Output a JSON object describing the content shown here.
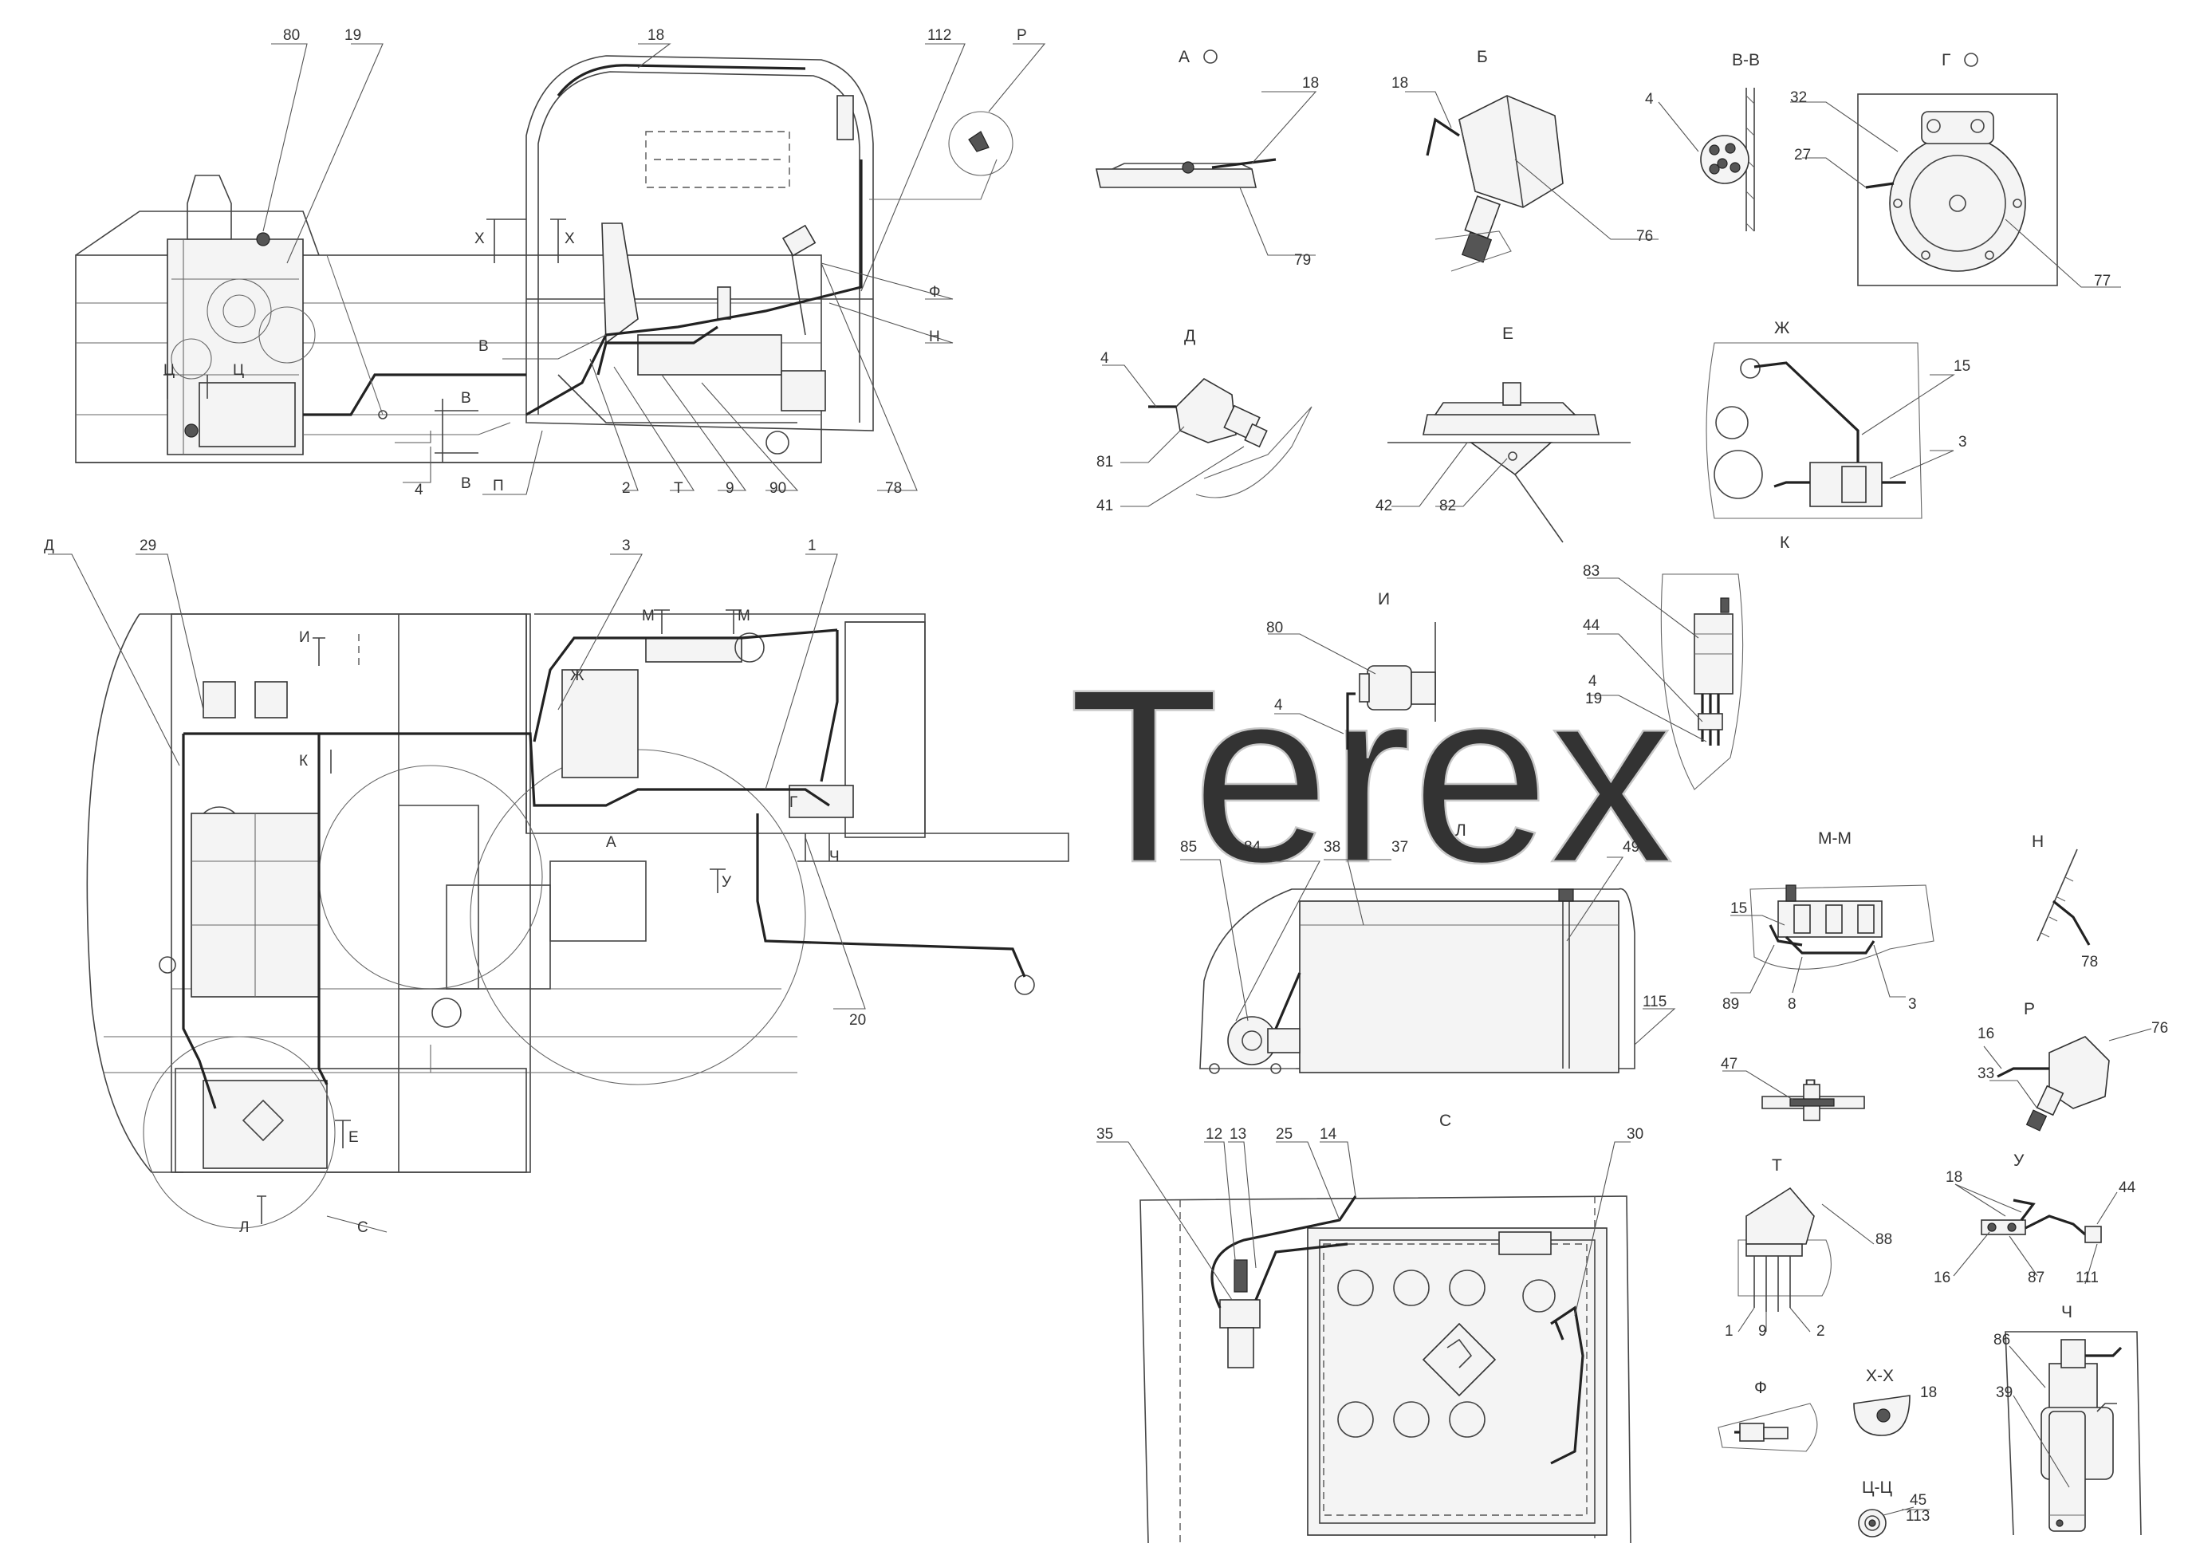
{
  "watermark": "Terex",
  "main_view": {
    "labels": [
      {
        "id": "80",
        "text": "80"
      },
      {
        "id": "19",
        "text": "19"
      },
      {
        "id": "18",
        "text": "18"
      },
      {
        "id": "112",
        "text": "112"
      },
      {
        "id": "Р",
        "text": "Р"
      },
      {
        "id": "Х1",
        "text": "Х"
      },
      {
        "id": "Х2",
        "text": "Х"
      },
      {
        "id": "Ф",
        "text": "Ф"
      },
      {
        "id": "Н",
        "text": "Н"
      },
      {
        "id": "В1",
        "text": "В"
      },
      {
        "id": "В2",
        "text": "В"
      },
      {
        "id": "В3",
        "text": "В"
      },
      {
        "id": "Ц1",
        "text": "Ц"
      },
      {
        "id": "Ц2",
        "text": "Ц"
      },
      {
        "id": "4",
        "text": "4"
      },
      {
        "id": "П",
        "text": "П"
      },
      {
        "id": "2",
        "text": "2"
      },
      {
        "id": "Т",
        "text": "Т"
      },
      {
        "id": "9",
        "text": "9"
      },
      {
        "id": "90",
        "text": "90"
      },
      {
        "id": "78",
        "text": "78"
      }
    ]
  },
  "plan_view": {
    "labels": [
      {
        "id": "Д",
        "text": "Д"
      },
      {
        "id": "29",
        "text": "29"
      },
      {
        "id": "3",
        "text": "3"
      },
      {
        "id": "1",
        "text": "1"
      },
      {
        "id": "И",
        "text": "И"
      },
      {
        "id": "М1",
        "text": "М"
      },
      {
        "id": "М2",
        "text": "М"
      },
      {
        "id": "Ж",
        "text": "Ж"
      },
      {
        "id": "К",
        "text": "К"
      },
      {
        "id": "Г",
        "text": "Г"
      },
      {
        "id": "А",
        "text": "А"
      },
      {
        "id": "У",
        "text": "У"
      },
      {
        "id": "Ч",
        "text": "Ч"
      },
      {
        "id": "20",
        "text": "20"
      },
      {
        "id": "Е",
        "text": "Е"
      },
      {
        "id": "Л",
        "text": "Л"
      },
      {
        "id": "С",
        "text": "С"
      }
    ]
  },
  "details": {
    "A": {
      "title": "А",
      "parts": [
        "18",
        "79"
      ]
    },
    "B": {
      "title": "Б",
      "parts": [
        "18",
        "76"
      ]
    },
    "VV": {
      "title": "В-В",
      "parts": [
        "4"
      ]
    },
    "G": {
      "title": "Г",
      "parts": [
        "32",
        "27",
        "77"
      ]
    },
    "D": {
      "title": "Д",
      "parts": [
        "4",
        "81",
        "41"
      ]
    },
    "E": {
      "title": "Е",
      "parts": [
        "42",
        "82"
      ]
    },
    "Zh": {
      "title": "Ж",
      "parts": [
        "15",
        "3"
      ]
    },
    "K": {
      "title": "К",
      "parts": [
        "83",
        "44",
        "4",
        "19"
      ]
    },
    "I": {
      "title": "И",
      "parts": [
        "80",
        "4"
      ]
    },
    "L": {
      "title": "Л",
      "parts": [
        "85",
        "84",
        "38",
        "37",
        "49",
        "115"
      ]
    },
    "MM": {
      "title": "М-М",
      "parts": [
        "15",
        "89",
        "8",
        "3"
      ]
    },
    "N": {
      "title": "Н",
      "parts": [
        "78"
      ]
    },
    "R": {
      "title": "Р",
      "parts": [
        "16",
        "76",
        "33"
      ]
    },
    "P": {
      "title": "П",
      "parts": [
        "47"
      ]
    },
    "T": {
      "title": "Т",
      "parts": [
        "88",
        "1",
        "9",
        "2"
      ]
    },
    "U": {
      "title": "У",
      "parts": [
        "18",
        "44",
        "16",
        "87",
        "111"
      ]
    },
    "C": {
      "title": "С",
      "parts": [
        "35",
        "12",
        "13",
        "25",
        "14",
        "30"
      ]
    },
    "F": {
      "title": "Ф",
      "parts": []
    },
    "XX": {
      "title": "Х-Х",
      "parts": [
        "18"
      ]
    },
    "TsTs": {
      "title": "Ц-Ц",
      "parts": [
        "45",
        "113"
      ]
    },
    "Ch": {
      "title": "Ч",
      "parts": [
        "86",
        "39"
      ]
    }
  }
}
